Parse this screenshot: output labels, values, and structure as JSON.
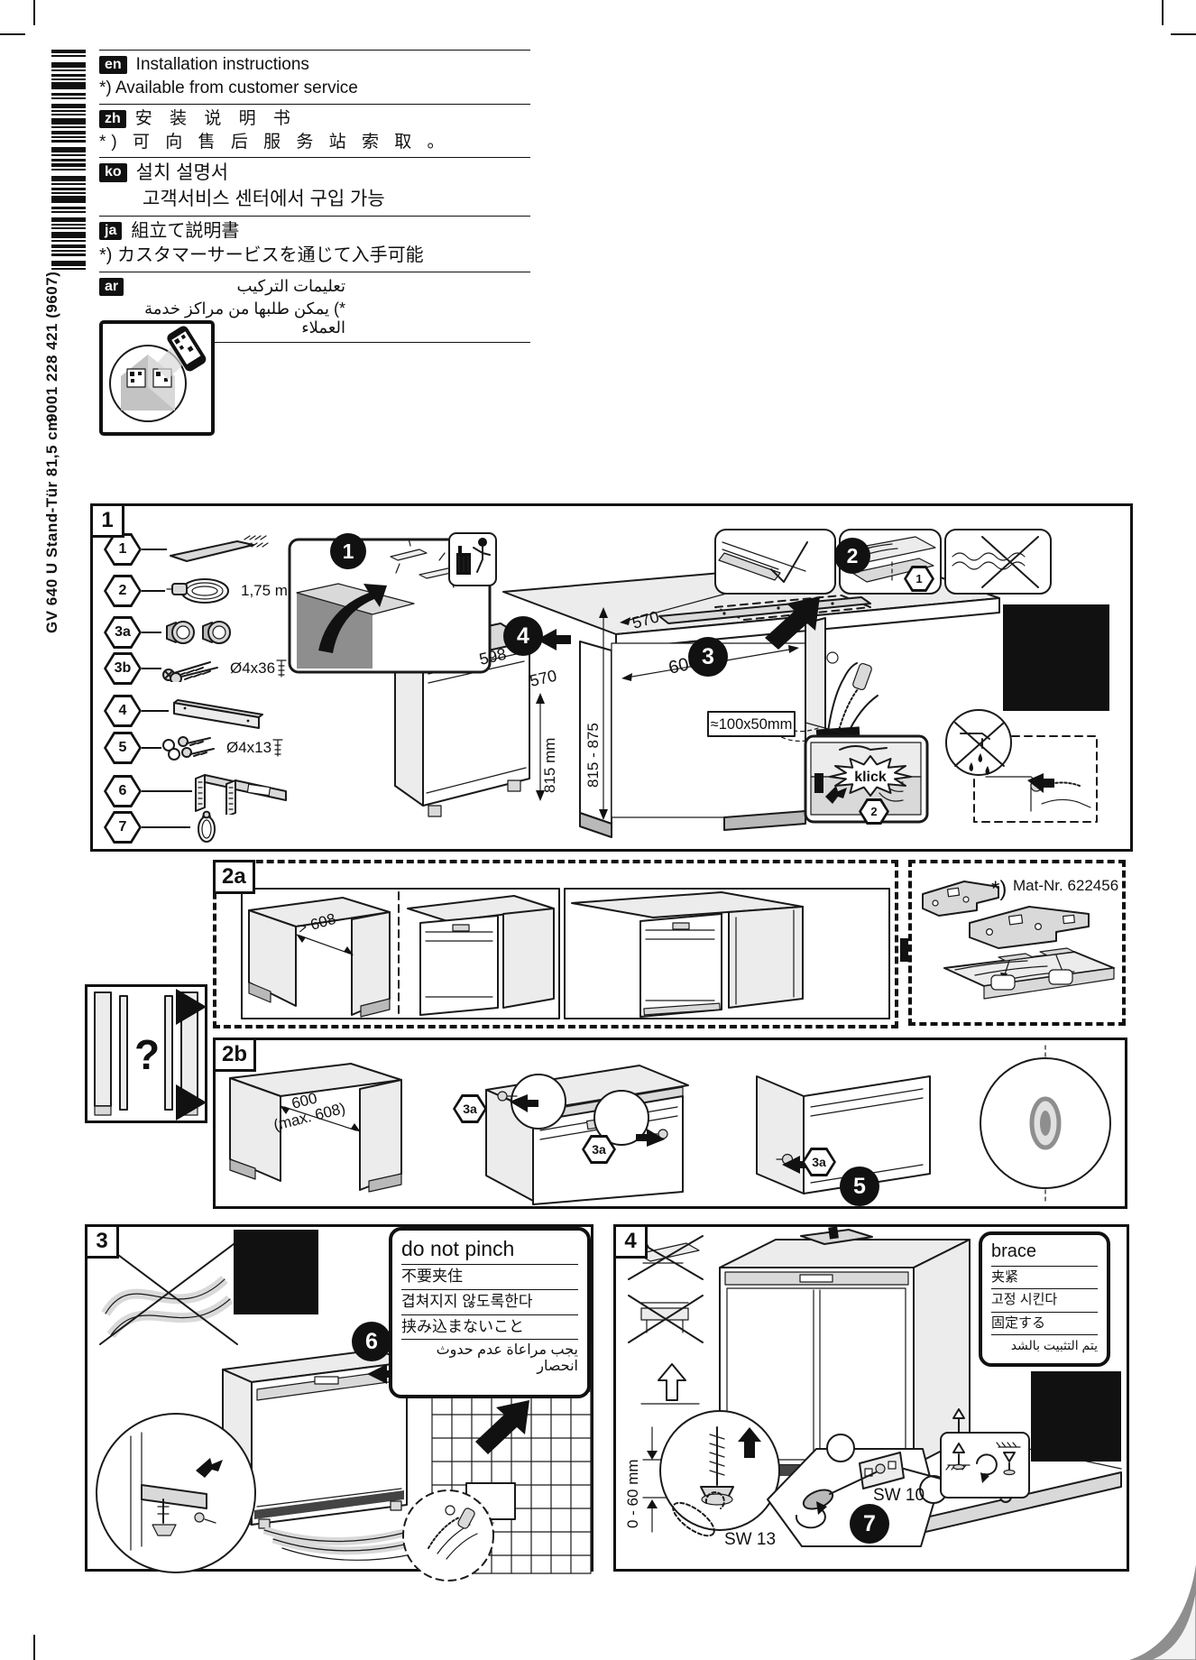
{
  "sidebar": {
    "doc_number": "9001 228 421 (9607)",
    "model": "GV 640 U  Stand-Tür 81,5 cm"
  },
  "languages": [
    {
      "code": "en",
      "line1": "Installation instructions",
      "line2": "*) Available from customer service"
    },
    {
      "code": "zh",
      "line1": "安 装 说 明 书",
      "line2": "*) 可 向 售 后 服 务 站 索 取 。"
    },
    {
      "code": "ko",
      "line1": "설치 설명서",
      "line2": "고객서비스 센터에서 구입 가능"
    },
    {
      "code": "ja",
      "line1": "組立て説明書",
      "line2": "*) カスタマーサービスを通じて入手可能"
    },
    {
      "code": "ar",
      "line1": "تعليمات التركيب",
      "line2": "*) يمكن طلبها من مراكز خدمة العملاء"
    }
  ],
  "panel1": {
    "label": "1",
    "parts": [
      {
        "id": "1",
        "note": ""
      },
      {
        "id": "2",
        "note": "1,75 m"
      },
      {
        "id": "3a",
        "note": ""
      },
      {
        "id": "3b",
        "note": "Ø4x36"
      },
      {
        "id": "4",
        "note": ""
      },
      {
        "id": "5",
        "note": "Ø4x13"
      },
      {
        "id": "6",
        "note": ""
      },
      {
        "id": "7",
        "note": ""
      }
    ],
    "step_badges": [
      "1",
      "2",
      "3",
      "4"
    ],
    "dims": {
      "top_width": "598",
      "unit_depth": "570",
      "unit_height": "815 mm",
      "niche_height": "815 - 875",
      "niche_depth": "570",
      "niche_width": "600",
      "hole": "≈100x50mm"
    },
    "klick_label": "klick"
  },
  "question_box": {
    "label": "?"
  },
  "panel2a": {
    "label": "2a",
    "niche_width": "> 608",
    "mat_star": "*)",
    "mat_text": "Mat-Nr. 622456"
  },
  "panel2b": {
    "label": "2b",
    "width": "600",
    "width_max": "(max. 608)",
    "hex_ref": "3a",
    "step": "5"
  },
  "panel3": {
    "label": "3",
    "step": "6",
    "notes": {
      "en": "do not pinch",
      "zh": "不要夹住",
      "ko": "겹쳐지지 않도록한다",
      "ja": "挟み込まないこと",
      "ar": "يجب مراعاة عدم حدوث انحصار"
    }
  },
  "panel4": {
    "label": "4",
    "step": "7",
    "notes": {
      "en": "brace",
      "zh": "夹紧",
      "ko": "고정 시킨다",
      "ja": "固定する",
      "ar": "يتم التثبيت بالشد"
    },
    "dims": {
      "range": "0 - 60 mm",
      "sw13": "SW 13",
      "sw10": "SW 10"
    }
  }
}
